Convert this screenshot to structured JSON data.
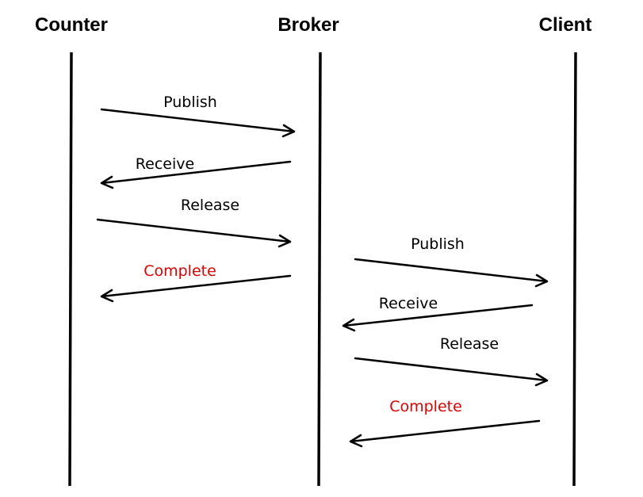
{
  "actors": {
    "counter": "Counter",
    "broker": "Broker",
    "client": "Client"
  },
  "messages": [
    {
      "label": "Publish",
      "from": "counter",
      "to": "broker",
      "highlight": false
    },
    {
      "label": "Receive",
      "from": "broker",
      "to": "counter",
      "highlight": false
    },
    {
      "label": "Release",
      "from": "counter",
      "to": "broker",
      "highlight": false
    },
    {
      "label": "Complete",
      "from": "broker",
      "to": "counter",
      "highlight": true
    },
    {
      "label": "Publish",
      "from": "broker",
      "to": "client",
      "highlight": false
    },
    {
      "label": "Receive",
      "from": "client",
      "to": "broker",
      "highlight": false
    },
    {
      "label": "Release",
      "from": "broker",
      "to": "client",
      "highlight": false
    },
    {
      "label": "Complete",
      "from": "client",
      "to": "broker",
      "highlight": true
    }
  ],
  "colors": {
    "label_default": "#000000",
    "label_highlight": "#e00000"
  }
}
